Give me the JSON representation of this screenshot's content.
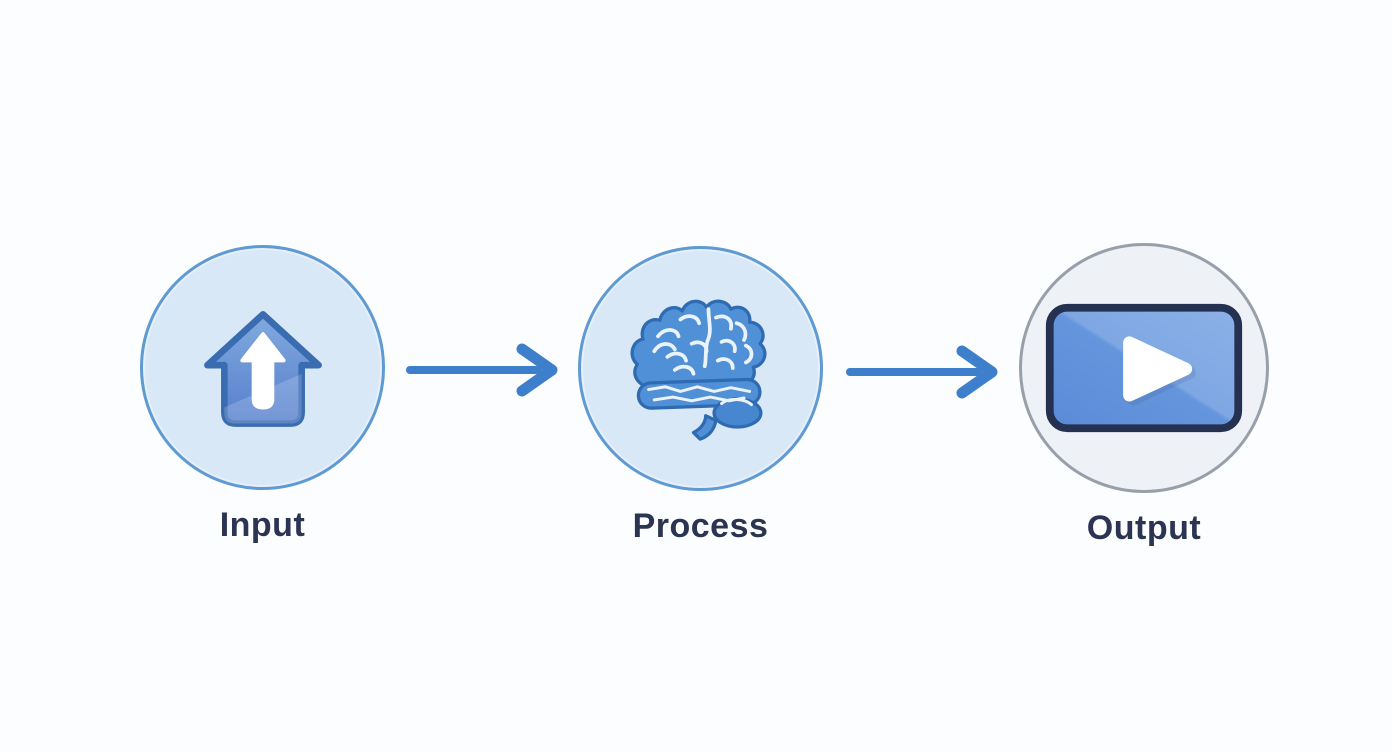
{
  "diagram": {
    "type": "flow",
    "stages": [
      {
        "id": "input",
        "label": "Input",
        "icon": "upload-house-icon",
        "circle_fill": "#d9e8f7",
        "circle_border": "#5f9ad2"
      },
      {
        "id": "process",
        "label": "Process",
        "icon": "brain-icon",
        "circle_fill": "#d9e8f7",
        "circle_border": "#5f9ad2"
      },
      {
        "id": "output",
        "label": "Output",
        "icon": "video-play-icon",
        "circle_fill": "#eef1f5",
        "circle_border": "#97a0aa"
      }
    ],
    "connections": [
      {
        "from": "input",
        "to": "process",
        "style": "straight-arrow-right",
        "color": "#3d7fca"
      },
      {
        "from": "process",
        "to": "output",
        "style": "straight-arrow-right",
        "color": "#3d7fca"
      }
    ],
    "colors": {
      "background": "#fcfdfe",
      "label_text": "#2b3450",
      "arrow": "#3d7fca",
      "icon_blue": "#4f90d6",
      "icon_stroke_blue": "#2e6bb2",
      "video_frame_stroke": "#243150"
    }
  }
}
